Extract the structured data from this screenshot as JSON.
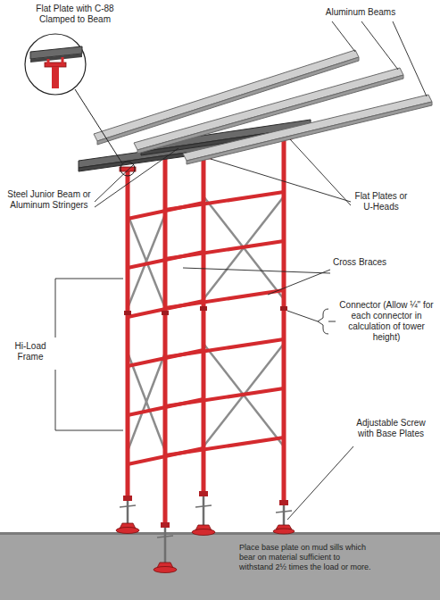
{
  "diagram": {
    "labels": [
      "Flat Plate with C-88 Clamped to Beam",
      "Aluminum Beams",
      "Steel Junior Beam or Aluminum Stringers",
      "Flat Plates or U-Heads",
      "Cross Braces",
      "Connector (Allow ¼\" for each connector in calculation of tower height)",
      "Hi-Load Frame",
      "Adjustable Screw with Base Plates",
      "Place base plate on mud sills which bear on material sufficient to withstand 2½ times the load or more."
    ]
  }
}
